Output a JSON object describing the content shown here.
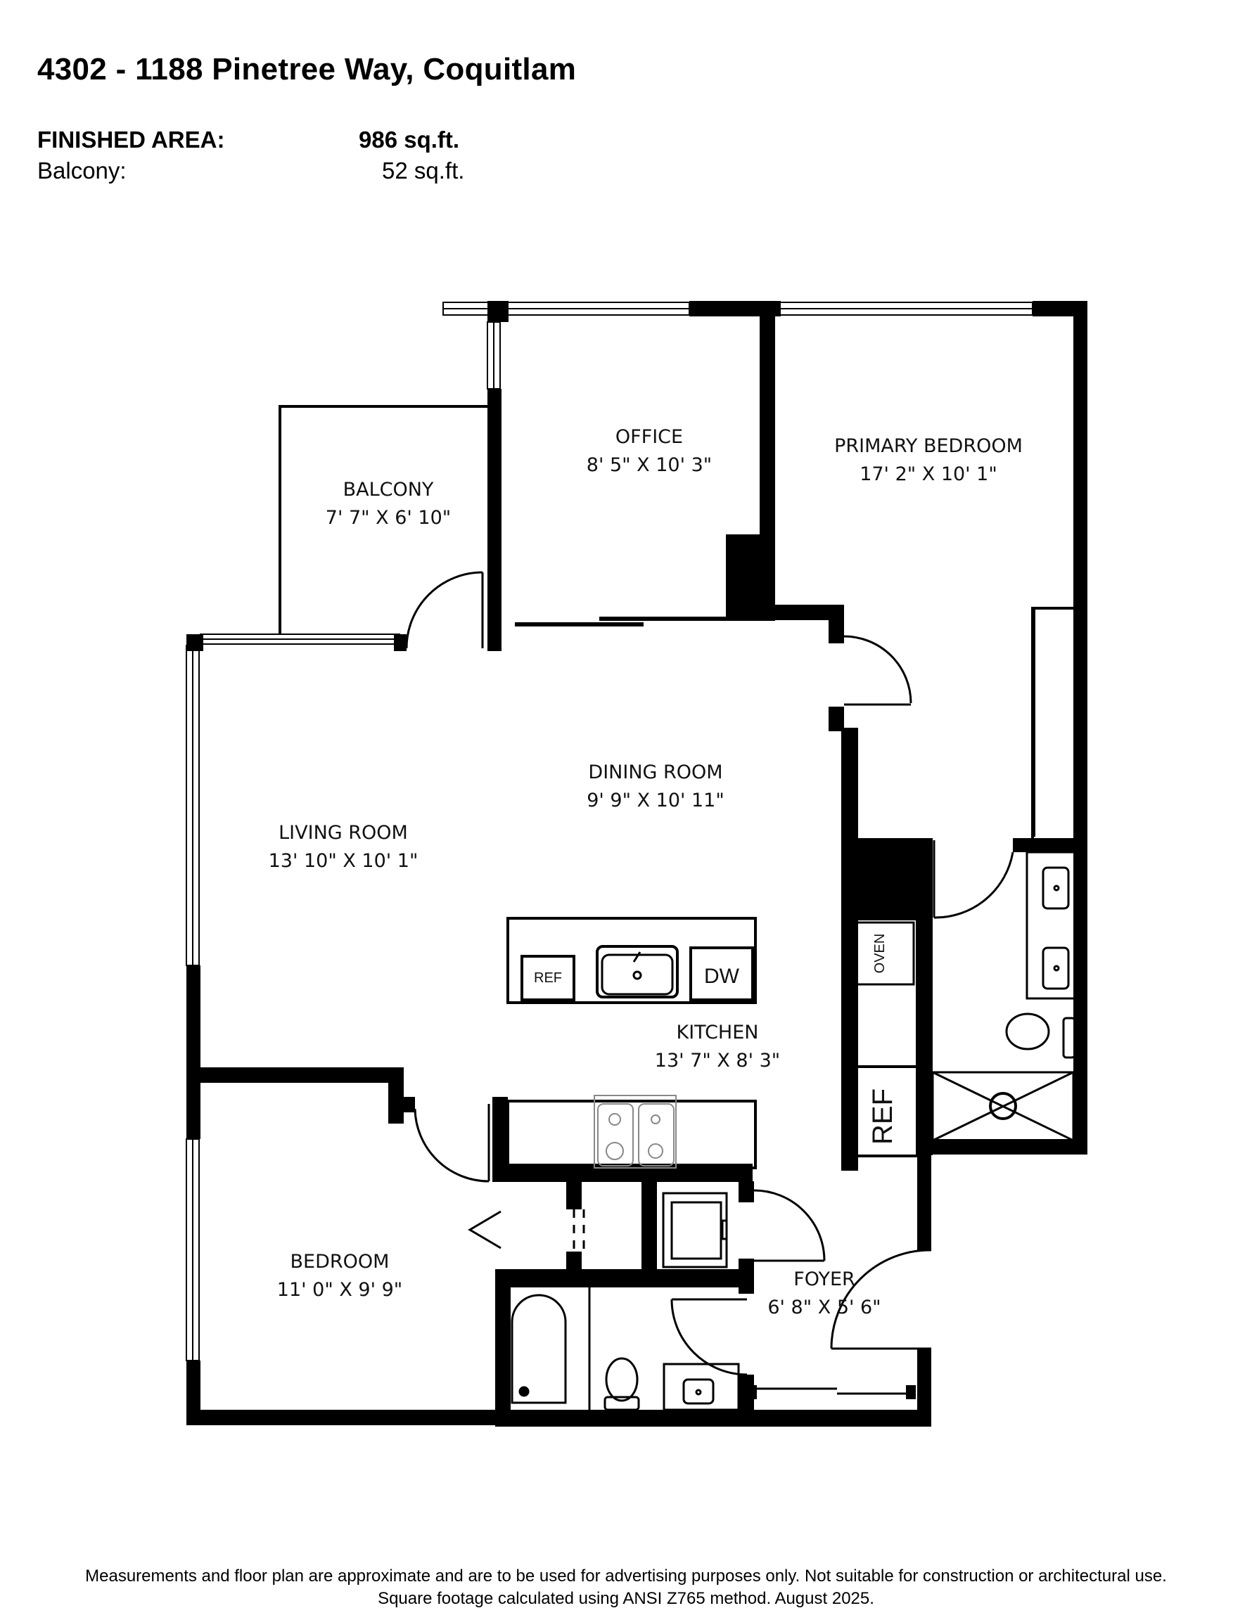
{
  "header": {
    "title": "4302 - 1188 Pinetree Way, Coquitlam",
    "finished_area_label": "FINISHED AREA:",
    "finished_area_value": "986 sq.ft.",
    "balcony_label": "Balcony:",
    "balcony_value": "52 sq.ft."
  },
  "rooms": {
    "office": {
      "name": "OFFICE",
      "dims": "8' 5\" X 10' 3\""
    },
    "primary_bedroom": {
      "name": "PRIMARY BEDROOM",
      "dims": "17' 2\" X 10' 1\""
    },
    "balcony": {
      "name": "BALCONY",
      "dims": "7' 7\" X 6' 10\""
    },
    "dining_room": {
      "name": "DINING ROOM",
      "dims": "9' 9\" X 10' 11\""
    },
    "living_room": {
      "name": "LIVING ROOM",
      "dims": "13' 10\" X 10' 1\""
    },
    "kitchen": {
      "name": "KITCHEN",
      "dims": "13' 7\" X 8' 3\""
    },
    "bedroom": {
      "name": "BEDROOM",
      "dims": "11' 0\" X 9' 9\""
    },
    "foyer": {
      "name": "FOYER",
      "dims": "6' 8\" X 5' 6\""
    }
  },
  "appliances": {
    "island_ref": "REF",
    "dishwasher": "DW",
    "oven": "OVEN",
    "fridge": "REF"
  },
  "footer": {
    "line1": "Measurements and floor plan are approximate and are to be used for advertising purposes only. Not suitable for construction or architectural use.",
    "line2": "Square footage calculated using ANSI Z765 method. August 2025."
  }
}
